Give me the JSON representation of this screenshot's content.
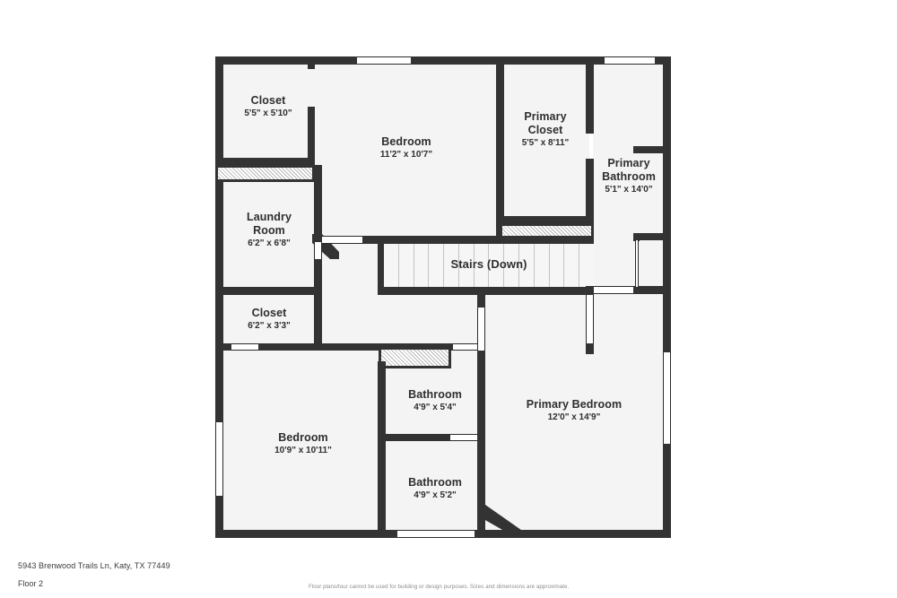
{
  "footer": {
    "address": "5943 Brenwood Trails Ln, Katy, TX 77449",
    "floor": "Floor 2",
    "disclaimer": "Floor plans/tour cannot be used for building or design purposes. Sizes and dimensions are approximate."
  },
  "colors": {
    "wall": "#333333",
    "floor": "#f4f4f4",
    "background": "#ffffff",
    "text": "#2e2e2e",
    "disclaimer_text": "#8e8e8e"
  },
  "plan": {
    "floor_label": "Floor 2",
    "rooms": [
      {
        "id": "closet-top",
        "name": "Closet",
        "dims": "5'5\" x 5'10\""
      },
      {
        "id": "bedroom-top",
        "name": "Bedroom",
        "dims": "11'2\" x 10'7\""
      },
      {
        "id": "primary-closet",
        "name": "Primary\nCloset",
        "dims": "5'5\" x 8'11\""
      },
      {
        "id": "primary-bathroom",
        "name": "Primary\nBathroom",
        "dims": "5'1\" x 14'0\""
      },
      {
        "id": "laundry-room",
        "name": "Laundry\nRoom",
        "dims": "6'2\" x 6'8\""
      },
      {
        "id": "stairs",
        "name": "Stairs (Down)",
        "dims": ""
      },
      {
        "id": "closet-mid",
        "name": "Closet",
        "dims": "6'2\" x 3'3\""
      },
      {
        "id": "bedroom-bottom",
        "name": "Bedroom",
        "dims": "10'9\" x 10'11\""
      },
      {
        "id": "bathroom-upper",
        "name": "Bathroom",
        "dims": "4'9\" x 5'4\""
      },
      {
        "id": "bathroom-lower",
        "name": "Bathroom",
        "dims": "4'9\" x 5'2\""
      },
      {
        "id": "primary-bedroom",
        "name": "Primary Bedroom",
        "dims": "12'0\" x 14'9\""
      }
    ],
    "stairs_tread_count": 14
  }
}
